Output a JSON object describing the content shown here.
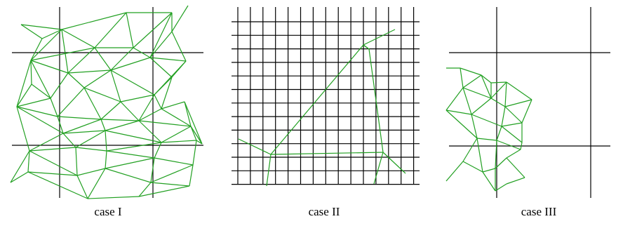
{
  "captions": {
    "case1": "case I",
    "case2": "case II",
    "case3": "case III"
  },
  "colors": {
    "grid": "#000000",
    "mesh": "#22a022"
  }
}
